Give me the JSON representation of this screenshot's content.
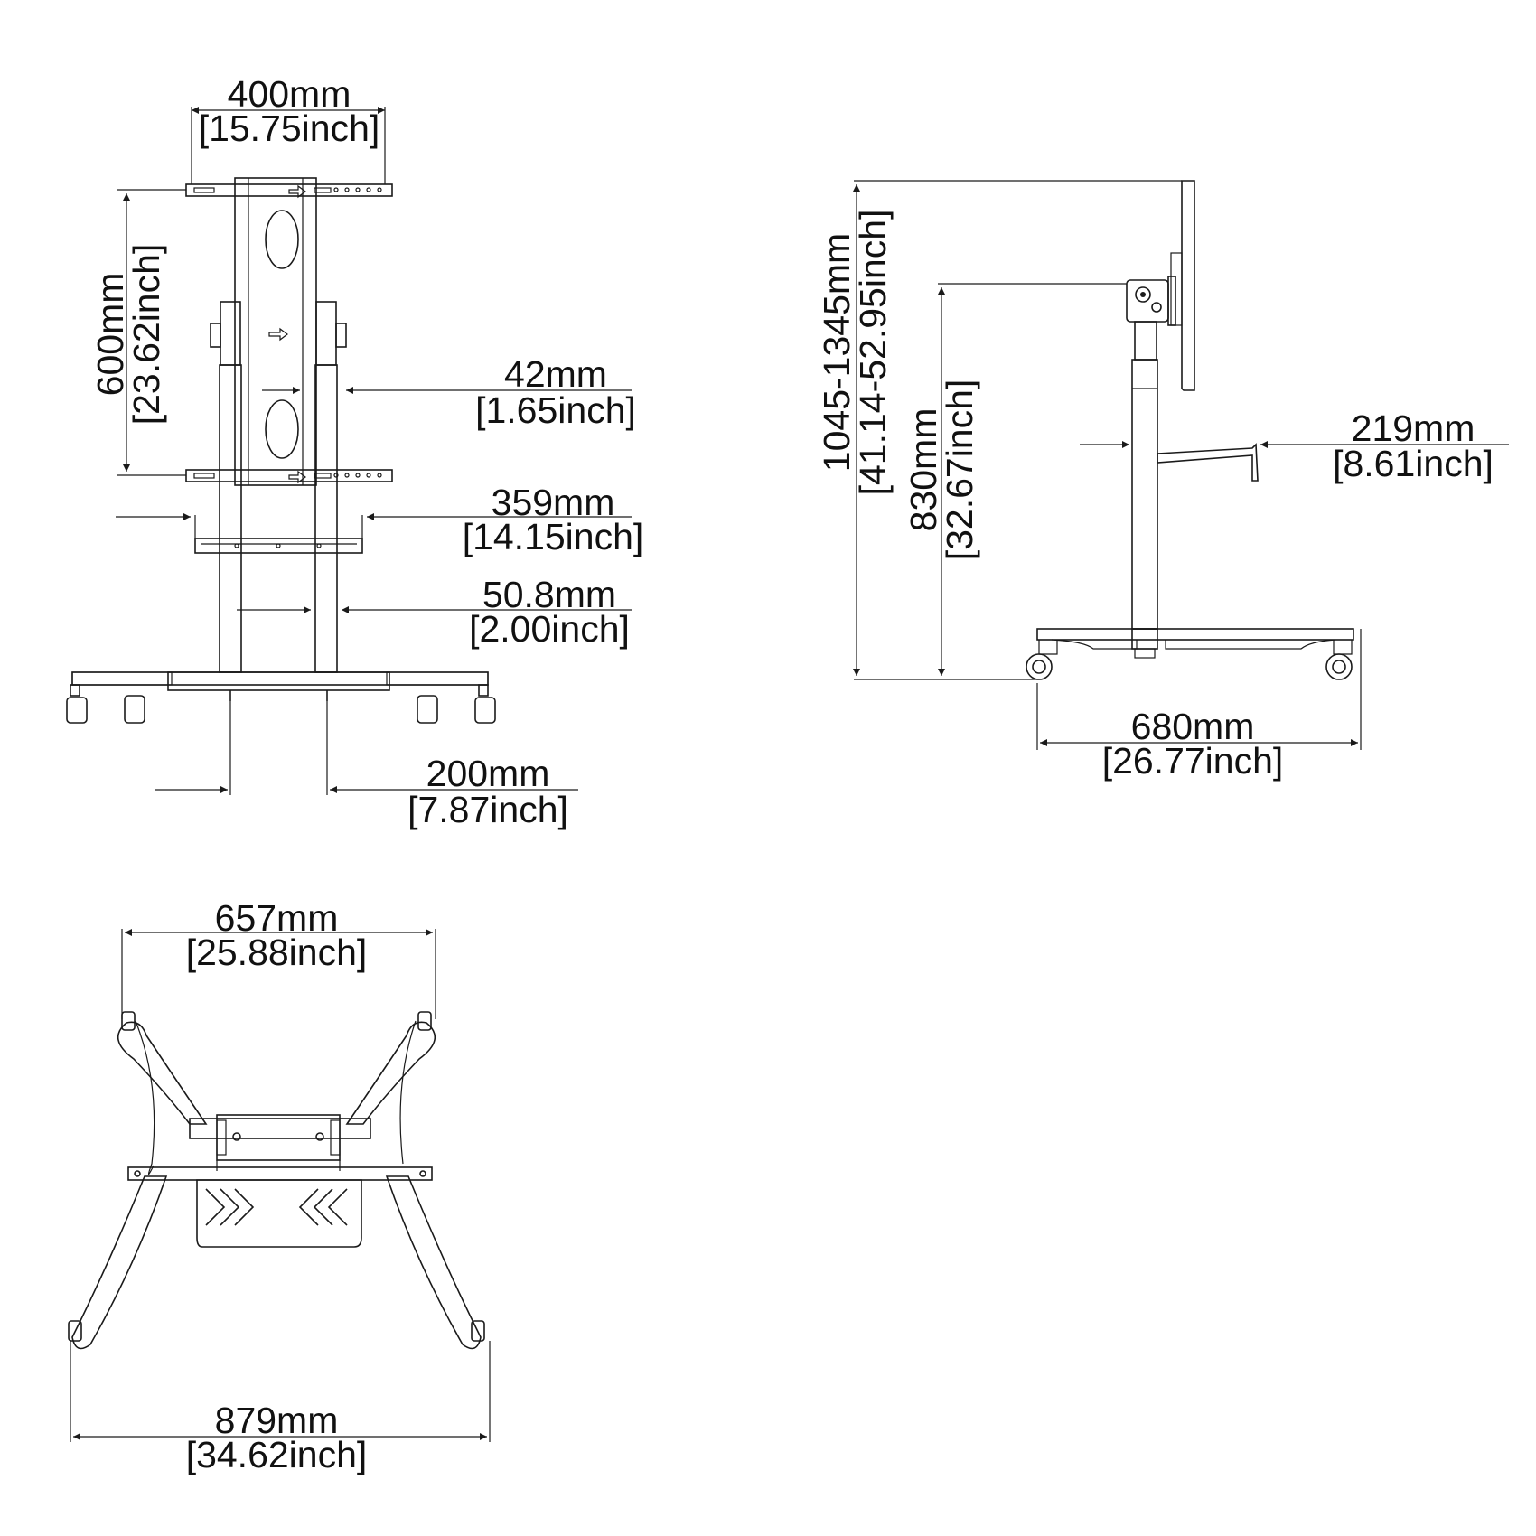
{
  "front_view": {
    "width_top": {
      "mm": "400mm",
      "inch": "[15.75inch]"
    },
    "height_bracket": {
      "mm": "600mm",
      "inch": "[23.62inch]"
    },
    "column_gap": {
      "mm": "42mm",
      "inch": "[1.65inch]"
    },
    "shelf_width": {
      "mm": "359mm",
      "inch": "[14.15inch]"
    },
    "column_size": {
      "mm": "50.8mm",
      "inch": "[2.00inch]"
    },
    "column_spacing": {
      "mm": "200mm",
      "inch": "[7.87inch]"
    }
  },
  "side_view": {
    "total_height": {
      "mm": "1045-1345mm",
      "inch": "[41.14-52.95inch]"
    },
    "bracket_height": {
      "mm": "830mm",
      "inch": "[32.67inch]"
    },
    "shelf_depth": {
      "mm": "219mm",
      "inch": "[8.61inch]"
    },
    "base_depth": {
      "mm": "680mm",
      "inch": "[26.77inch]"
    }
  },
  "top_view": {
    "top_width": {
      "mm": "657mm",
      "inch": "[25.88inch]"
    },
    "base_width": {
      "mm": "879mm",
      "inch": "[34.62inch]"
    }
  }
}
